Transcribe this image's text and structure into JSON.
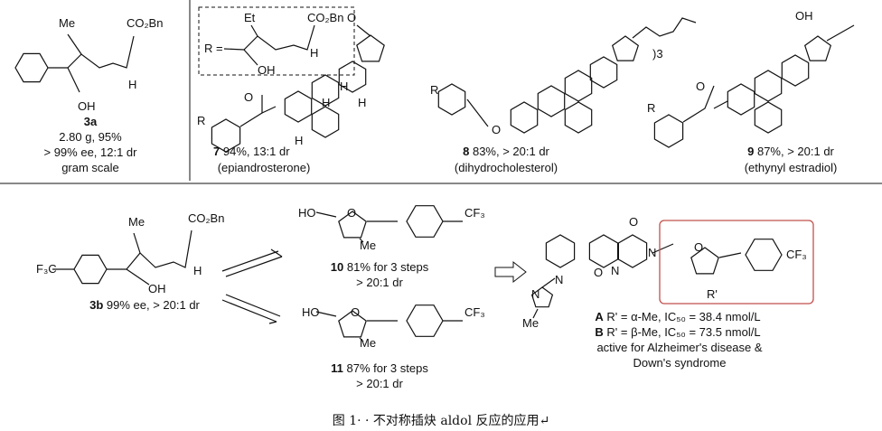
{
  "compound_3a": {
    "me": "Me",
    "ester": "CO₂Bn",
    "h": "H",
    "oh": "OH",
    "label": "3a",
    "yield": "2.80 g, 95%",
    "selectivity": "> 99% ee, 12:1 dr",
    "note": "gram scale"
  },
  "r_group": {
    "prefix": "R =",
    "et": "Et",
    "ester": "CO₂Bn",
    "h": "H",
    "oh": "OH"
  },
  "compound_7": {
    "r": "R",
    "o": "O",
    "h1": "H",
    "h2": "H",
    "h3": "H",
    "h4": "H",
    "label": "7",
    "result": "94%, 13:1 dr",
    "name": "(epiandrosterone)"
  },
  "compound_8": {
    "r": "R",
    "o": "O",
    "sub": ")3",
    "label": "8",
    "result": "83%, > 20:1 dr",
    "name": "(dihydrocholesterol)"
  },
  "compound_9": {
    "r": "R",
    "oh": "OH",
    "o": "O",
    "label": "9",
    "result": "87%, > 20:1 dr",
    "name": "(ethynyl estradiol)"
  },
  "compound_3b": {
    "me": "Me",
    "ester": "CO₂Bn",
    "cf3": "F₃C",
    "h": "H",
    "oh": "OH",
    "label": "3b",
    "result": "99% ee, > 20:1 dr"
  },
  "compound_10": {
    "ho": "HO",
    "o": "O",
    "cf3": "CF₃",
    "me": "Me",
    "label": "10",
    "result": "81% for 3 steps",
    "dr": "> 20:1 dr"
  },
  "compound_11": {
    "ho": "HO",
    "o": "O",
    "cf3": "CF₃",
    "me": "Me",
    "label": "11",
    "result": "87% for 3 steps",
    "dr": "> 20:1 dr"
  },
  "target": {
    "o1": "O",
    "o2": "O",
    "n1": "N",
    "n2": "N",
    "n3": "N",
    "n4": "N",
    "me": "Me",
    "ring_o": "O",
    "cf3": "CF₃",
    "r": "R'",
    "line_a_label": "A",
    "line_a": "R' = α-Me, IC₅₀ = 38.4 nmol/L",
    "line_b_label": "B",
    "line_b": "R' = β-Me, IC₅₀ = 73.5 nmol/L",
    "line_c": "active for Alzheimer's disease &",
    "line_d": "Down's syndrome",
    "box_color": "#c0504d"
  },
  "caption": "图 1· · 不对称插炔 aldol 反应的应用↵"
}
